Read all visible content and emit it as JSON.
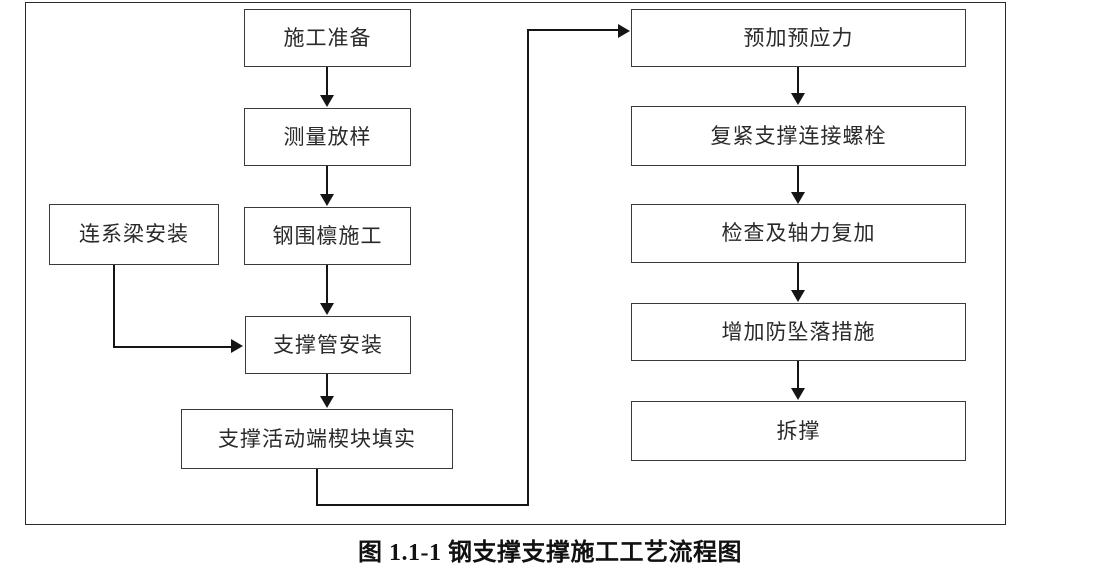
{
  "figure": {
    "caption": "图 1.1-1 钢支撑支撑施工工艺流程图",
    "frame_color": "#2b2b2b",
    "node_border_color": "#3a3a3a",
    "connector_color": "#151515",
    "background": "#ffffff"
  },
  "flowchart": {
    "type": "process-flow",
    "orientation": "two-column-vertical",
    "left_column": [
      {
        "id": "n1",
        "label": "施工准备"
      },
      {
        "id": "n2",
        "label": "测量放样"
      },
      {
        "id": "n3",
        "label": "钢围檩施工"
      },
      {
        "id": "n4",
        "label": "支撑管安装"
      },
      {
        "id": "n5",
        "label": "支撑活动端楔块填实"
      }
    ],
    "side_nodes": [
      {
        "id": "s1",
        "label": "连系梁安装"
      }
    ],
    "right_column": [
      {
        "id": "n6",
        "label": "预加预应力"
      },
      {
        "id": "n7",
        "label": "复紧支撑连接螺栓"
      },
      {
        "id": "n8",
        "label": "检查及轴力复加"
      },
      {
        "id": "n9",
        "label": "增加防坠落措施"
      },
      {
        "id": "n10",
        "label": "拆撑"
      }
    ],
    "edges": [
      {
        "from": "n1",
        "to": "n2",
        "style": "arrow-down"
      },
      {
        "from": "n2",
        "to": "n3",
        "style": "arrow-down"
      },
      {
        "from": "n3",
        "to": "n4",
        "style": "arrow-down"
      },
      {
        "from": "s1",
        "to": "n4",
        "style": "elbow-arrow-right"
      },
      {
        "from": "n4",
        "to": "n5",
        "style": "arrow-down"
      },
      {
        "from": "n5",
        "to": "n6",
        "style": "elbow-arrow-right"
      },
      {
        "from": "n6",
        "to": "n7",
        "style": "arrow-down"
      },
      {
        "from": "n7",
        "to": "n8",
        "style": "arrow-down"
      },
      {
        "from": "n8",
        "to": "n9",
        "style": "arrow-down"
      },
      {
        "from": "n9",
        "to": "n10",
        "style": "arrow-down"
      }
    ]
  }
}
